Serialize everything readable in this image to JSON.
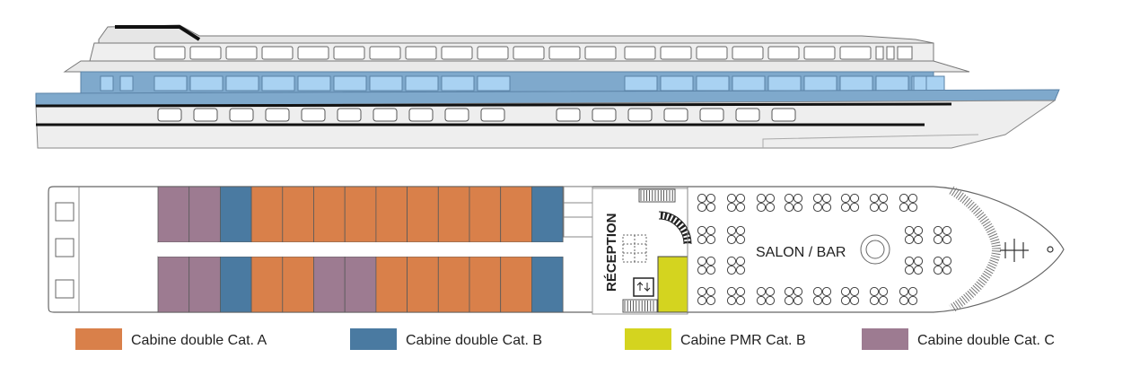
{
  "deck_labels": {
    "reception": "RÉCEPTION",
    "salon_bar": "SALON / BAR"
  },
  "colors": {
    "cat_a": "#d9804a",
    "cat_b": "#4a7aa1",
    "pmr_b": "#d4d41f",
    "cat_c": "#9d7b91",
    "hull_blue": "#7fa9cc",
    "window_blue": "#a9d2f2"
  },
  "cabin_rows": {
    "top": [
      "cat_c",
      "cat_c",
      "cat_b",
      "cat_a",
      "cat_a",
      "cat_a",
      "cat_a",
      "cat_a",
      "cat_a",
      "cat_a",
      "cat_a",
      "cat_a",
      "cat_b"
    ],
    "bottom": [
      "cat_c",
      "cat_c",
      "cat_b",
      "cat_a",
      "cat_a",
      "cat_c",
      "cat_c",
      "cat_a",
      "cat_a",
      "cat_a",
      "cat_a",
      "cat_a",
      "cat_b"
    ]
  },
  "legend": [
    {
      "label": "Cabine double Cat. A",
      "color": "cat_a"
    },
    {
      "label": "Cabine double Cat. B",
      "color": "cat_b"
    },
    {
      "label": "Cabine PMR Cat. B",
      "color": "pmr_b"
    },
    {
      "label": "Cabine double Cat. C",
      "color": "cat_c"
    }
  ],
  "icons": [
    "stairs-icon",
    "spiral-stairs-icon",
    "elevator-icon",
    "lounge-table-icon",
    "pillar-icon",
    "anchor-winch-icon"
  ]
}
